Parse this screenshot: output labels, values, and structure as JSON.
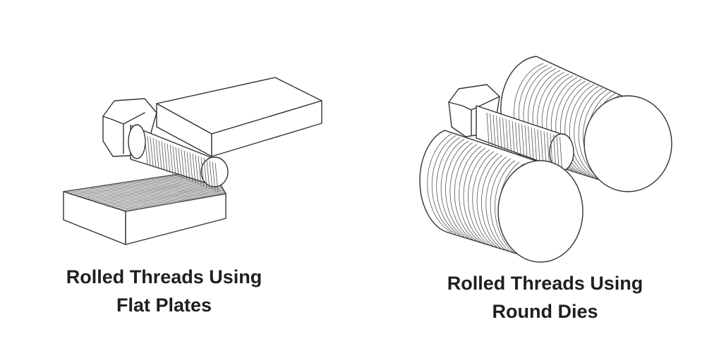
{
  "captions": {
    "left": {
      "line1": "Rolled Threads Using",
      "line2": "Flat Plates"
    },
    "right": {
      "line1": "Rolled Threads Using",
      "line2": "Round Dies"
    }
  },
  "colors": {
    "stroke": "#333333",
    "background": "#ffffff",
    "text": "#1f1f1f"
  },
  "icons": [
    "hex-bolt-icon",
    "flat-die-plate-icon",
    "round-die-roller-icon"
  ]
}
